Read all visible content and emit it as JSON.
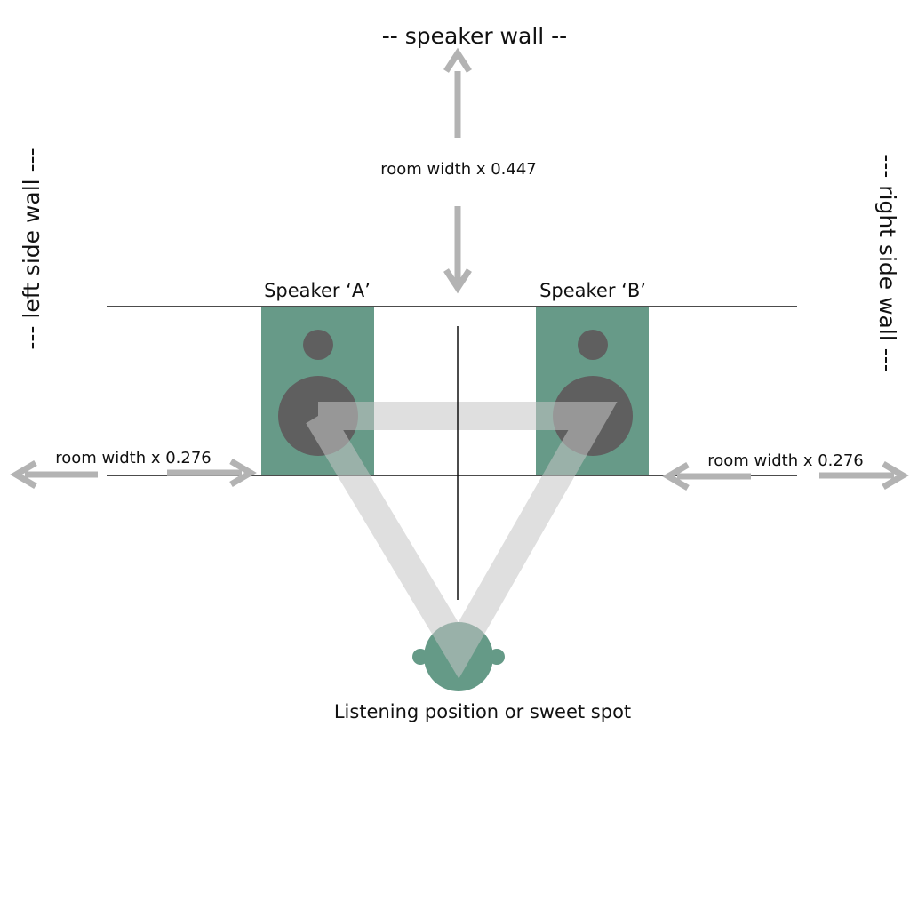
{
  "labels": {
    "speaker_wall": "-- speaker wall --",
    "left_side_wall": "--- left side wall ---",
    "right_side_wall": "--- right side wall ---",
    "front_distance": "room width x 0.447",
    "left_distance": "room width x 0.276",
    "right_distance": "room width x 0.276",
    "speaker_a": "Speaker ‘A’",
    "speaker_b": "Speaker ‘B’",
    "listener": "Listening position or sweet spot"
  },
  "colors": {
    "speaker_cabinet": "#679a88",
    "driver": "#5f5f5f",
    "listener": "#659a87",
    "arrow": "#b3b3b3",
    "triangle": "#d9d9d9",
    "line": "#111111"
  }
}
